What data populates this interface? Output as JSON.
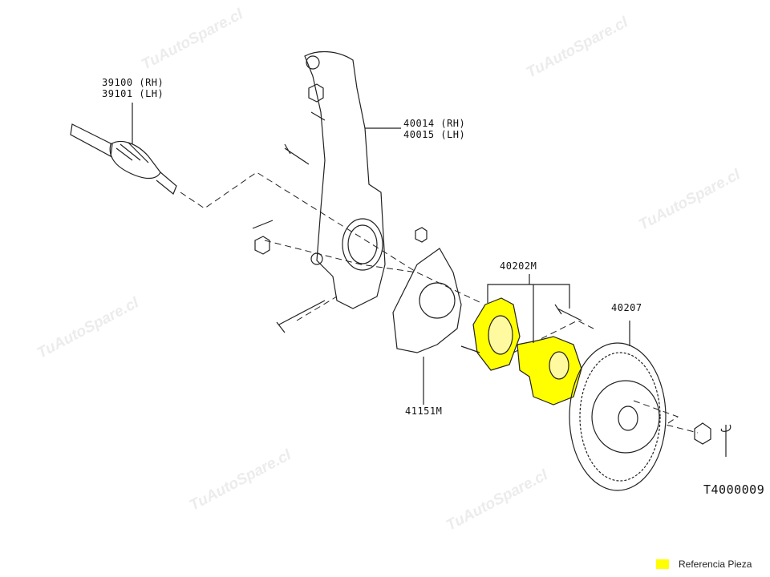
{
  "watermark": "TuAutoSpare.cl",
  "parts": {
    "drive_shaft": {
      "rh": "39100 (RH)",
      "lh": "39101 (LH)"
    },
    "knuckle": {
      "rh": "40014 (RH)",
      "lh": "40015 (LH)"
    },
    "hub_assembly": "40202M",
    "rotor": "40207",
    "splash_guard": "41151M"
  },
  "diagram_code": "T4000009",
  "legend": {
    "label": "Referencia Pieza",
    "color": "#ffff00"
  }
}
